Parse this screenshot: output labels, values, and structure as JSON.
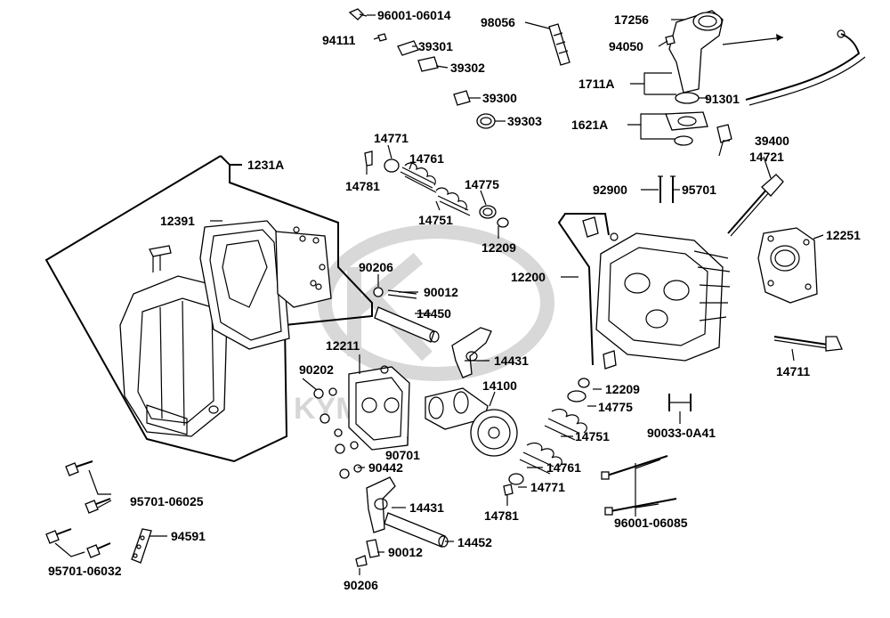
{
  "labels": {
    "p96001_06014": "96001-06014",
    "p98056": "98056",
    "p17256": "17256",
    "p94111": "94111",
    "p39301": "39301",
    "p94050": "94050",
    "p39302": "39302",
    "p1711A": "1711A",
    "p39300": "39300",
    "p91301": "91301",
    "p39303": "39303",
    "p1621A": "1621A",
    "p14771a": "14771",
    "p39400": "39400",
    "p14761a": "14761",
    "p14721": "14721",
    "p1231A": "1231A",
    "p14781a": "14781",
    "p14775a": "14775",
    "p92900": "92900",
    "p95701": "95701",
    "p14751a": "14751",
    "p12391": "12391",
    "p12209a": "12209",
    "p12251": "12251",
    "p90206a": "90206",
    "p12200": "12200",
    "p90012a": "90012",
    "p14450": "14450",
    "p12211": "12211",
    "p14431a": "14431",
    "p14711": "14711",
    "p90202": "90202",
    "p14100": "14100",
    "p12209b": "12209",
    "p14775b": "14775",
    "p90033": "90033-0A41",
    "p14751b": "14751",
    "p90701": "90701",
    "p90442": "90442",
    "p14761b": "14761",
    "p14771b": "14771",
    "p95701_06025": "95701-06025",
    "p14781b": "14781",
    "p14431b": "14431",
    "p96001_06085": "96001-06085",
    "p94591": "94591",
    "p14452": "14452",
    "p90012b": "90012",
    "p95701_06032": "95701-06032",
    "p90206b": "90206"
  },
  "watermark_text": "KYMCO"
}
